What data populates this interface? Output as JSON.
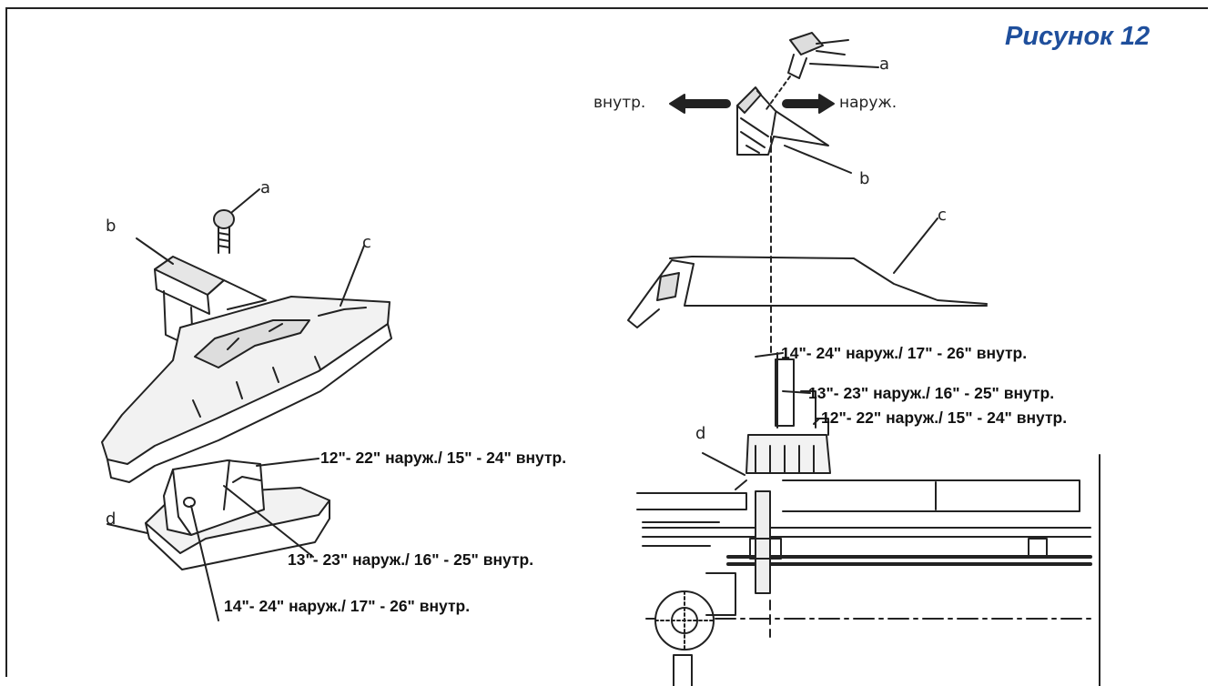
{
  "figure": {
    "title": "Рисунок 12"
  },
  "left_view": {
    "letters": {
      "a": "a",
      "b": "b",
      "c": "c",
      "d": "d"
    },
    "labels": {
      "size_12": "12\"- 22\" наруж./ 15\" - 24\" внутр.",
      "size_13": "13\"- 23\" наруж./ 16\" - 25\" внутр.",
      "size_14": "14\"- 24\" наруж./ 17\" - 26\" внутр."
    }
  },
  "right_view": {
    "letters": {
      "a": "a",
      "b": "b",
      "c": "c",
      "d": "d"
    },
    "directions": {
      "inner": "внутр.",
      "outer": "наруж."
    },
    "labels": {
      "size_14": "14\"- 24\" наруж./ 17\" - 26\" внутр.",
      "size_13": "13\"- 23\" наруж./ 16\" - 25\" внутр.",
      "size_12": "12\"- 22\" наруж./ 15\" - 24\" внутр."
    }
  },
  "colors": {
    "title": "#1f4f9c",
    "line": "#222222"
  }
}
